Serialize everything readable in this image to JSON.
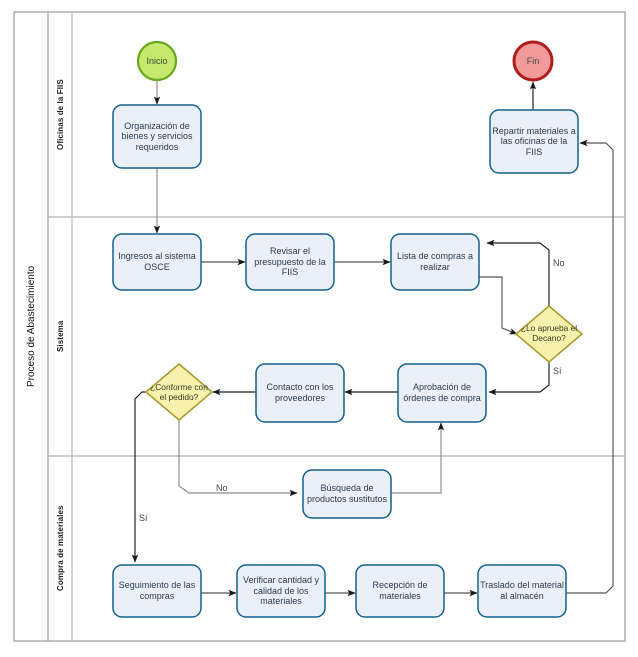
{
  "diagram": {
    "type": "bpmn-flowchart",
    "pool": {
      "title": "Proceso de Abastecimiento"
    },
    "lanes": [
      {
        "id": "lane-oficinas",
        "title": "Oficinas de la FIIS"
      },
      {
        "id": "lane-sistema",
        "title": "Sistema"
      },
      {
        "id": "lane-compra",
        "title": "Compra de materiales"
      }
    ],
    "colors": {
      "task_fill": "#eaf0fa",
      "task_stroke": "#14618c",
      "start_fill": "#c6e86c",
      "start_stroke": "#6aa81e",
      "end_fill": "#f09a9a",
      "end_stroke": "#b01c1c",
      "gateway_fill": "#f6f2ae",
      "gateway_stroke": "#a89c2e",
      "edge": "#555555",
      "lane_border": "#b3b3b3",
      "pool_border": "#9a9a9a"
    },
    "nodes": [
      {
        "id": "inicio",
        "kind": "start-event",
        "lane": "lane-oficinas",
        "label": "Inicio"
      },
      {
        "id": "fin",
        "kind": "end-event",
        "lane": "lane-oficinas",
        "label": "Fin"
      },
      {
        "id": "organizacion",
        "kind": "task",
        "lane": "lane-oficinas",
        "label": "Organización de bienes y servicios requeridos"
      },
      {
        "id": "repartir",
        "kind": "task",
        "lane": "lane-oficinas",
        "label": "Repartir materiales a las oficinas de la FIIS"
      },
      {
        "id": "ingresos",
        "kind": "task",
        "lane": "lane-sistema",
        "label": "Ingresos al sistema OSCE"
      },
      {
        "id": "revisar",
        "kind": "task",
        "lane": "lane-sistema",
        "label": "Revisar el presupuesto de la FIIS"
      },
      {
        "id": "lista",
        "kind": "task",
        "lane": "lane-sistema",
        "label": "Lista de compras a realizar"
      },
      {
        "id": "decano",
        "kind": "gateway",
        "lane": "lane-sistema",
        "label": "¿Lo aprueba el Decano?"
      },
      {
        "id": "aprobacion",
        "kind": "task",
        "lane": "lane-sistema",
        "label": "Aprobación de órdenes de compra"
      },
      {
        "id": "contacto",
        "kind": "task",
        "lane": "lane-sistema",
        "label": "Contacto con los proveedores"
      },
      {
        "id": "conforme",
        "kind": "gateway",
        "lane": "lane-sistema",
        "label": "¿Conforme con el pedido?"
      },
      {
        "id": "busqueda",
        "kind": "task",
        "lane": "lane-compra",
        "label": "Búsqueda de productos sustitutos"
      },
      {
        "id": "seguimiento",
        "kind": "task",
        "lane": "lane-compra",
        "label": "Seguimiento de las compras"
      },
      {
        "id": "verificar",
        "kind": "task",
        "lane": "lane-compra",
        "label": "Verificar cantidad y calidad de los materiales"
      },
      {
        "id": "recepcion",
        "kind": "task",
        "lane": "lane-compra",
        "label": "Recepción de materiales"
      },
      {
        "id": "traslado",
        "kind": "task",
        "lane": "lane-compra",
        "label": "Traslado del material al almacén"
      }
    ],
    "edges": [
      {
        "id": "e1",
        "from": "inicio",
        "to": "organizacion",
        "label": ""
      },
      {
        "id": "e2",
        "from": "organizacion",
        "to": "ingresos",
        "label": ""
      },
      {
        "id": "e3",
        "from": "ingresos",
        "to": "revisar",
        "label": ""
      },
      {
        "id": "e4",
        "from": "revisar",
        "to": "lista",
        "label": ""
      },
      {
        "id": "e5",
        "from": "lista",
        "to": "decano",
        "label": ""
      },
      {
        "id": "e6",
        "from": "decano",
        "to": "lista",
        "label": "No"
      },
      {
        "id": "e7",
        "from": "decano",
        "to": "aprobacion",
        "label": "Sí"
      },
      {
        "id": "e8",
        "from": "aprobacion",
        "to": "contacto",
        "label": ""
      },
      {
        "id": "e9",
        "from": "contacto",
        "to": "conforme",
        "label": ""
      },
      {
        "id": "e10",
        "from": "conforme",
        "to": "busqueda",
        "label": "No"
      },
      {
        "id": "e11",
        "from": "busqueda",
        "to": "aprobacion",
        "label": ""
      },
      {
        "id": "e12",
        "from": "conforme",
        "to": "seguimiento",
        "label": "Sí"
      },
      {
        "id": "e13",
        "from": "seguimiento",
        "to": "verificar",
        "label": ""
      },
      {
        "id": "e14",
        "from": "verificar",
        "to": "recepcion",
        "label": ""
      },
      {
        "id": "e15",
        "from": "recepcion",
        "to": "traslado",
        "label": ""
      },
      {
        "id": "e16",
        "from": "traslado",
        "to": "repartir",
        "label": ""
      },
      {
        "id": "e17",
        "from": "repartir",
        "to": "fin",
        "label": ""
      }
    ],
    "edge_labels": {
      "decano_no": "No",
      "decano_si": "Sí",
      "conforme_no": "No",
      "conforme_si": "Sí"
    }
  }
}
